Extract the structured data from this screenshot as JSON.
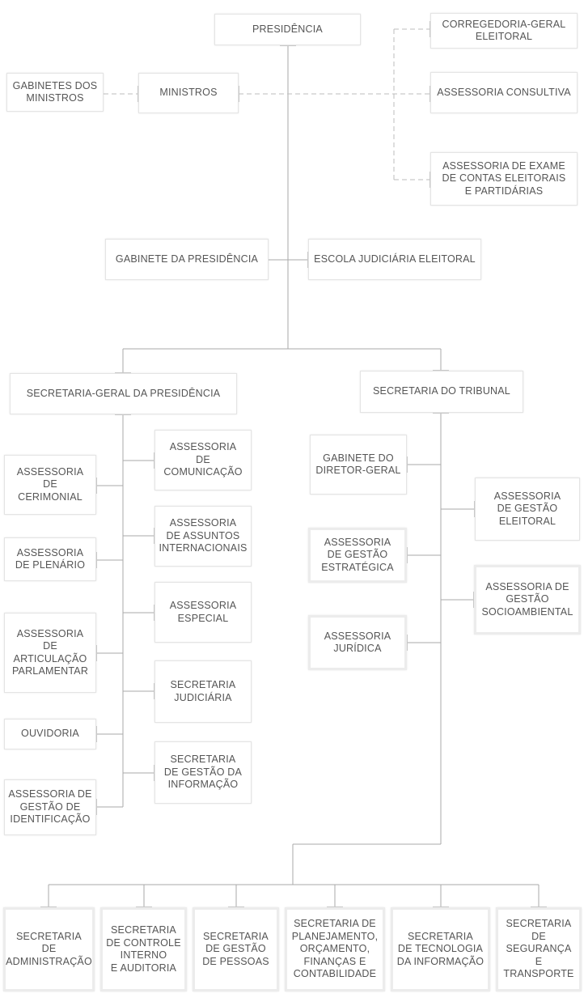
{
  "colors": {
    "line": "#aaaaaa",
    "dash": "#bdbdbd",
    "text": "#555555",
    "border": "#e4e4e4"
  },
  "nodes": {
    "presidencia": "PRESIDÊNCIA",
    "corregedoria": "CORREGEDORIA-GERAL\nELEITORAL",
    "gabinetes_ministros": "GABINETES DOS\nMINISTROS",
    "ministros": "MINISTROS",
    "assessoria_consultiva": "ASSESSORIA CONSULTIVA",
    "assessoria_exame_contas": "ASSESSORIA DE EXAME\nDE CONTAS ELEITORAIS\nE PARTIDÁRIAS",
    "gabinete_presidencia": "GABINETE DA PRESIDÊNCIA",
    "escola_judiciaria": "ESCOLA JUDICIÁRIA ELEITORAL",
    "secretaria_geral": "SECRETARIA-GERAL DA PRESIDÊNCIA",
    "secretaria_tribunal": "SECRETARIA DO TRIBUNAL",
    "assessoria_comunicacao": "ASSESSORIA\nDE\nCOMUNICAÇÃO",
    "assessoria_cerimonial": "ASSESSORIA\nDE\nCERIMONIAL",
    "assessoria_internacionais": "ASSESSORIA\nDE ASSUNTOS\nINTERNACIONAIS",
    "assessoria_plenario": "ASSESSORIA\nDE PLENÁRIO",
    "assessoria_especial": "ASSESSORIA\nESPECIAL",
    "assessoria_parlamentar": "ASSESSORIA\nDE\nARTICULAÇÃO\nPARLAMENTAR",
    "secretaria_judiciaria": "SECRETARIA\nJUDICIÁRIA",
    "ouvidoria": "OUVIDORIA",
    "secretaria_gestao_informacao": "SECRETARIA\nDE GESTÃO DA\nINFORMAÇÃO",
    "assessoria_identificacao": "ASSESSORIA DE\nGESTÃO DE\nIDENTIFICAÇÃO",
    "gabinete_diretor_geral": "GABINETE DO\nDIRETOR-GERAL",
    "assessoria_gestao_eleitoral": "ASSESSORIA\nDE GESTÃO\nELEITORAL",
    "assessoria_gestao_estrategica": "ASSESSORIA\nDE GESTÃO\nESTRATÉGICA",
    "assessoria_socioambiental": "ASSESSORIA DE\nGESTÃO\nSOCIOAMBIENTAL",
    "assessoria_juridica": "ASSESSORIA\nJURÍDICA",
    "secretaria_administracao": "SECRETARIA\nDE\nADMINISTRAÇÃO",
    "secretaria_controle_interno": "SECRETARIA\nDE CONTROLE\nINTERNO\nE AUDITORIA",
    "secretaria_gestao_pessoas": "SECRETARIA\nDE GESTÃO\nDE PESSOAS",
    "secretaria_planejamento": "SECRETARIA DE\nPLANEJAMENTO,\nORÇAMENTO,\nFINANÇAS E\nCONTABILIDADE",
    "secretaria_ti": "SECRETARIA\nDE TECNOLOGIA\nDA INFORMAÇÃO",
    "secretaria_seguranca": "SECRETARIA\nDE\nSEGURANÇA\nE TRANSPORTE"
  }
}
